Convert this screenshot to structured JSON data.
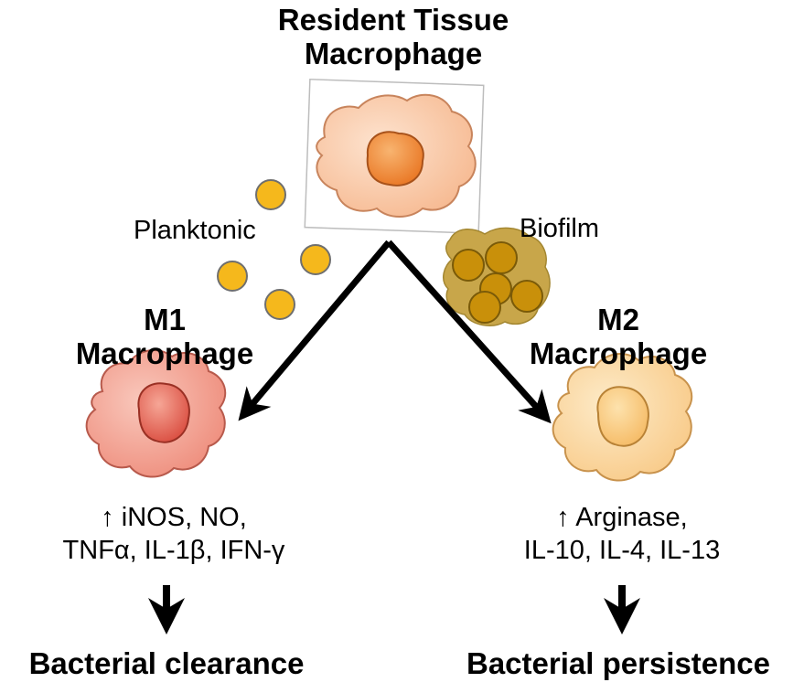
{
  "resident": {
    "line1": "Resident Tissue",
    "line2": "Macrophage"
  },
  "planktonic_label": "Planktonic",
  "biofilm_label": "Biofilm",
  "m1": {
    "line1": "M1",
    "line2": "Macrophage",
    "markers_line1": "↑ iNOS, NO,",
    "markers_line2": "TNFα, IL-1β, IFN-γ",
    "outcome": "Bacterial clearance"
  },
  "m2": {
    "line1": "M2",
    "line2": "Macrophage",
    "markers_line1": "↑ Arginase,",
    "markers_line2": "IL-10, IL-4, IL-13",
    "outcome": "Bacterial persistence"
  },
  "colors": {
    "resident_cell": "#f9c8a4",
    "resident_nucleus": "#f08a34",
    "m1_cell": "#f2a294",
    "m1_nucleus": "#e05a4a",
    "m2_cell": "#fbd8a0",
    "m2_nucleus": "#f8c478",
    "planktonic_bacteria": "#f5b81c",
    "biofilm_bacteria": "#c9900a",
    "biofilm_matrix": "#c8a64a",
    "arrow": "#000000"
  }
}
